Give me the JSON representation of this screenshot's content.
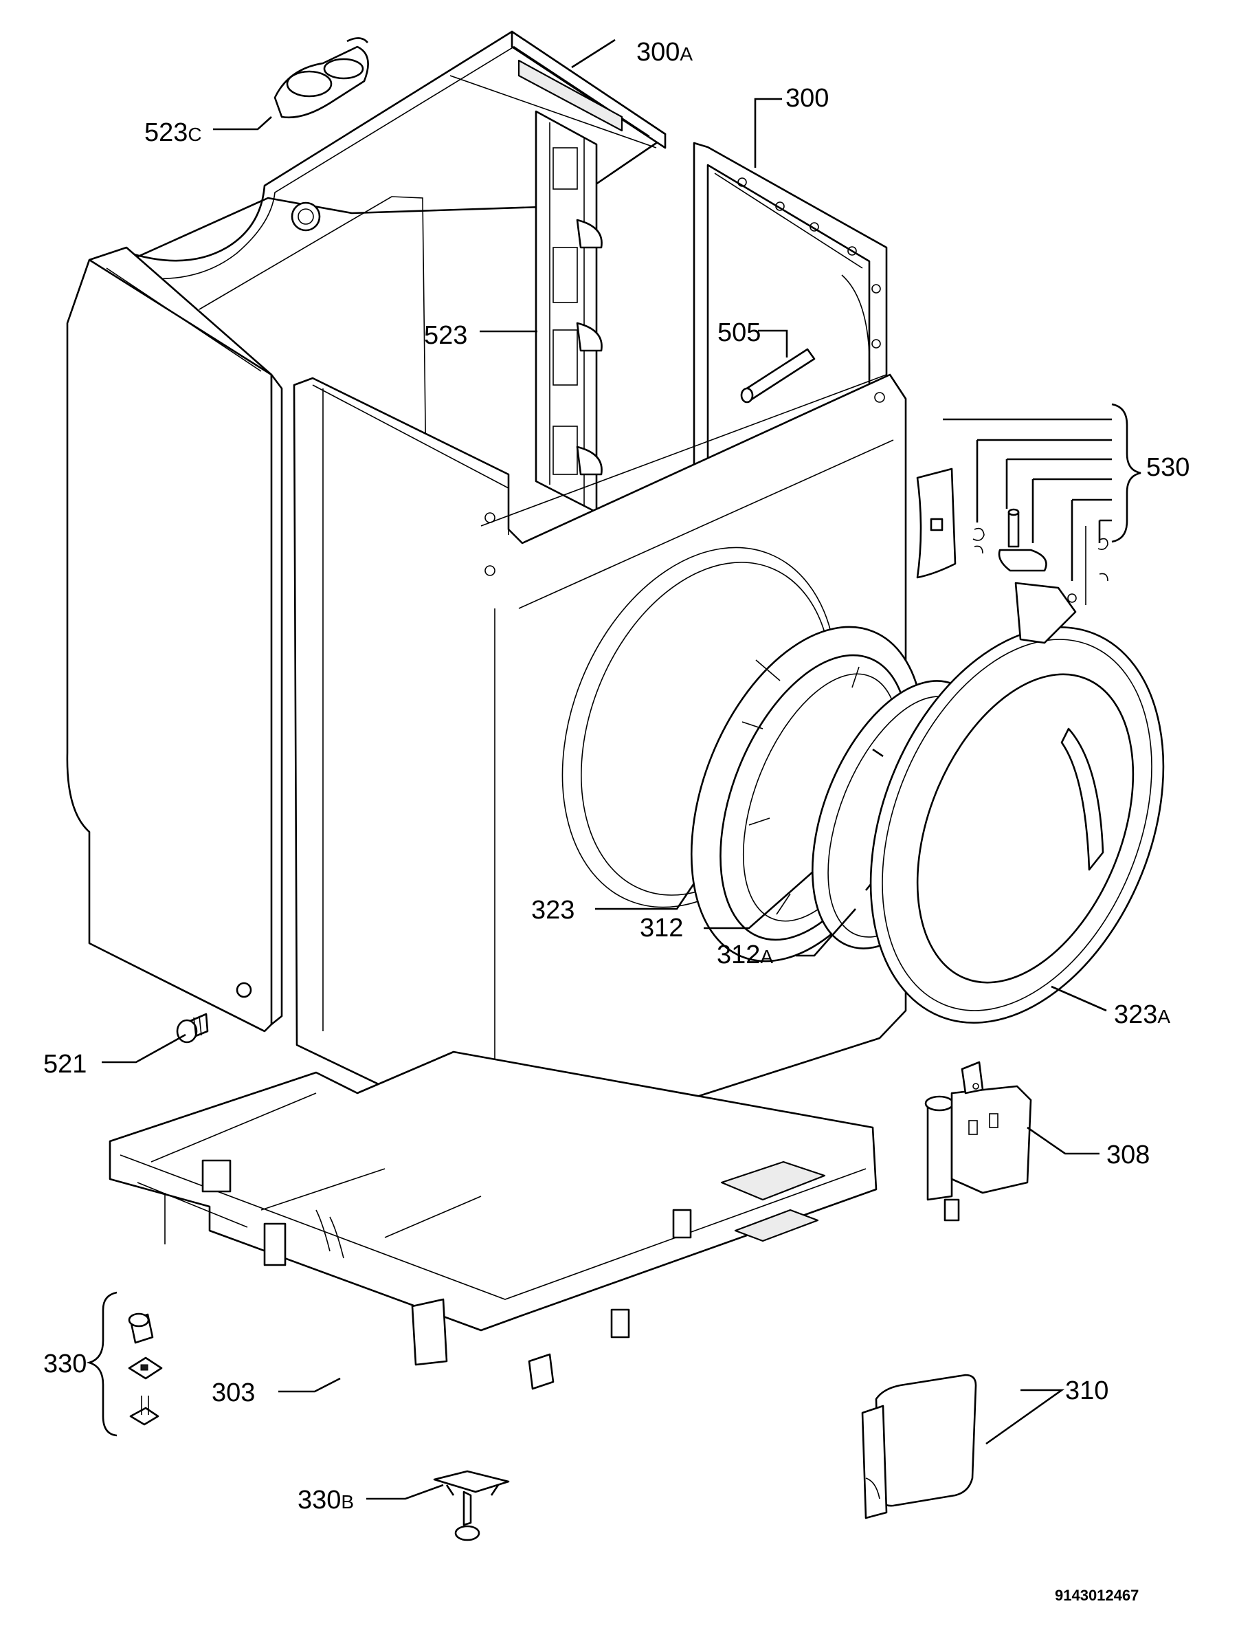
{
  "diagram": {
    "labels": {
      "l300A": {
        "num": "300",
        "suffix": "A"
      },
      "l300": {
        "num": "300",
        "suffix": ""
      },
      "l523C": {
        "num": "523",
        "suffix": "C"
      },
      "l523": {
        "num": "523",
        "suffix": ""
      },
      "l505": {
        "num": "505",
        "suffix": ""
      },
      "l530": {
        "num": "530",
        "suffix": ""
      },
      "l323": {
        "num": "323",
        "suffix": ""
      },
      "l312": {
        "num": "312",
        "suffix": ""
      },
      "l312A": {
        "num": "312",
        "suffix": "A"
      },
      "l323A": {
        "num": "323",
        "suffix": "A"
      },
      "l521": {
        "num": "521",
        "suffix": ""
      },
      "l308": {
        "num": "308",
        "suffix": ""
      },
      "l330": {
        "num": "330",
        "suffix": ""
      },
      "l303": {
        "num": "303",
        "suffix": ""
      },
      "l310": {
        "num": "310",
        "suffix": ""
      },
      "l330B": {
        "num": "330",
        "suffix": "B"
      }
    },
    "document_number": "9143012467"
  }
}
